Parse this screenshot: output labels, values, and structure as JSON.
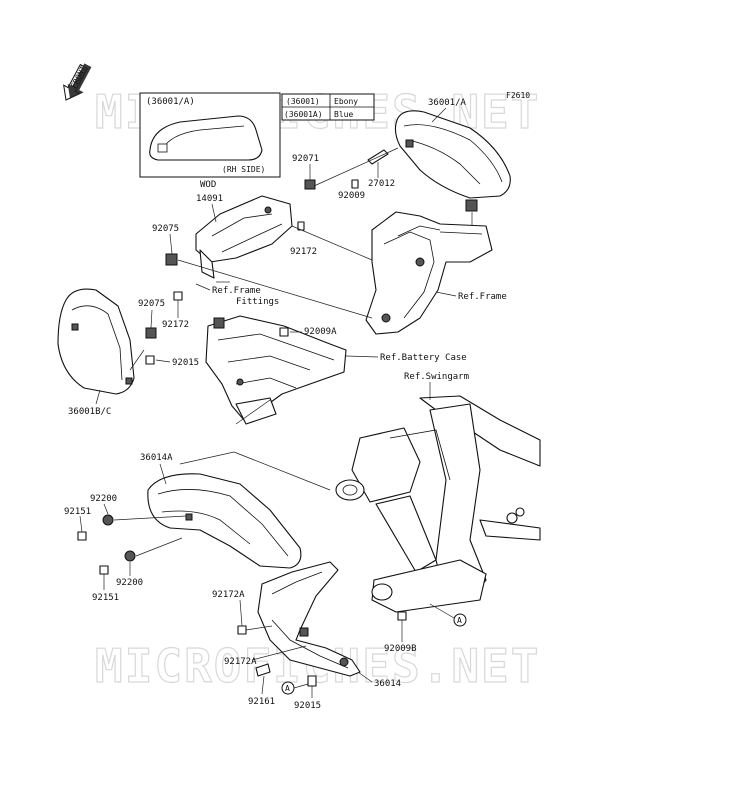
{
  "watermark": "MICROFICHES.NET",
  "figure_code": "F2610",
  "front_arrow": "FRONT",
  "inset": {
    "title": "(36001/A)",
    "caption": "(RH SIDE)"
  },
  "color_table": [
    {
      "code": "(36001)",
      "color": "Ebony"
    },
    {
      "code": "(36001A)",
      "color": "Blue"
    }
  ],
  "callouts": {
    "p36001A_top": "36001/A",
    "p92071": "92071",
    "p27012": "27012",
    "p92009": "92009",
    "p92075_right": "92075",
    "wod": "WOD",
    "p14091": "14091",
    "p92075_left": "92075",
    "p92172_mid": "92172",
    "ref_frame_fittings_1": "Ref.Frame",
    "ref_frame_fittings_2": "Fittings",
    "ref_frame": "Ref.Frame",
    "p92075_left2": "92075",
    "p92172_left": "92172",
    "p92009A": "92009A",
    "ref_battery_case": "Ref.Battery Case",
    "p92015_top": "92015",
    "p36001BC": "36001B/C",
    "ref_swingarm": "Ref.Swingarm",
    "p36014A": "36014A",
    "p92200_top": "92200",
    "p92151_top": "92151",
    "p92200_bottom": "92200",
    "p92151_bottom": "92151",
    "p92172A_top": "92172A",
    "p92009B": "92009B",
    "marker_A_right": "A",
    "p92172A_bottom": "92172A",
    "marker_A_left": "A",
    "p36014": "36014",
    "p92161": "92161",
    "p92015_bottom": "92015"
  }
}
